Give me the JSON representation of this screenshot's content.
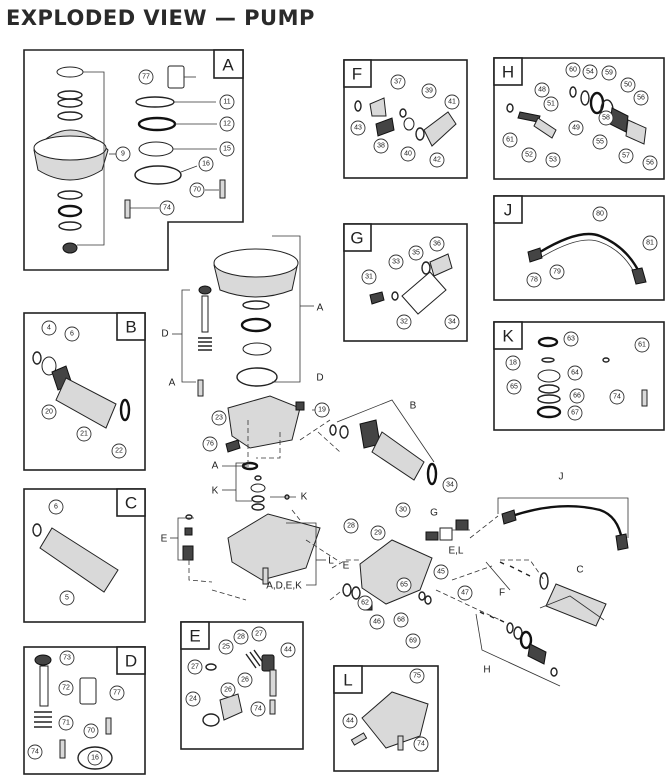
{
  "title": "EXPLODED VIEW — PUMP",
  "panels": {
    "A": {
      "tab": "A",
      "callouts": [
        "77",
        "11",
        "12",
        "15",
        "16",
        "9",
        "70",
        "74"
      ]
    },
    "F": {
      "tab": "F",
      "callouts": [
        "37",
        "39",
        "41",
        "43",
        "38",
        "40",
        "42"
      ]
    },
    "H": {
      "tab": "H",
      "callouts": [
        "60",
        "54",
        "59",
        "48",
        "50",
        "51",
        "58",
        "56",
        "49",
        "55",
        "61",
        "52",
        "57",
        "53",
        "56"
      ]
    },
    "B": {
      "tab": "B",
      "callouts": [
        "4",
        "6",
        "20",
        "21",
        "22"
      ]
    },
    "G": {
      "tab": "G",
      "callouts": [
        "36",
        "35",
        "33",
        "31",
        "32",
        "34"
      ]
    },
    "J": {
      "tab": "J",
      "callouts": [
        "80",
        "81",
        "79",
        "78"
      ]
    },
    "K": {
      "tab": "K",
      "callouts": [
        "63",
        "61",
        "18",
        "64",
        "65",
        "66",
        "67",
        "74"
      ]
    },
    "C": {
      "tab": "C",
      "callouts": [
        "6",
        "5"
      ]
    },
    "E": {
      "tab": "E",
      "callouts": [
        "28",
        "27",
        "25",
        "26",
        "27",
        "44",
        "24",
        "74",
        "26"
      ]
    },
    "D": {
      "tab": "D",
      "callouts": [
        "73",
        "72",
        "77",
        "71",
        "70",
        "74",
        "16"
      ]
    },
    "L": {
      "tab": "L",
      "callouts": [
        "75",
        "44",
        "74"
      ]
    }
  },
  "main": {
    "callouts": [
      "23",
      "19",
      "76",
      "29",
      "30",
      "34",
      "28",
      "45",
      "46",
      "47",
      "68",
      "69",
      "62",
      "65"
    ],
    "labels": [
      "A",
      "D",
      "A",
      "D",
      "B",
      "A",
      "K",
      "K",
      "E",
      "L",
      "A,D,E,K",
      "G",
      "E,L",
      "E",
      "F",
      "C",
      "H",
      "J"
    ]
  }
}
